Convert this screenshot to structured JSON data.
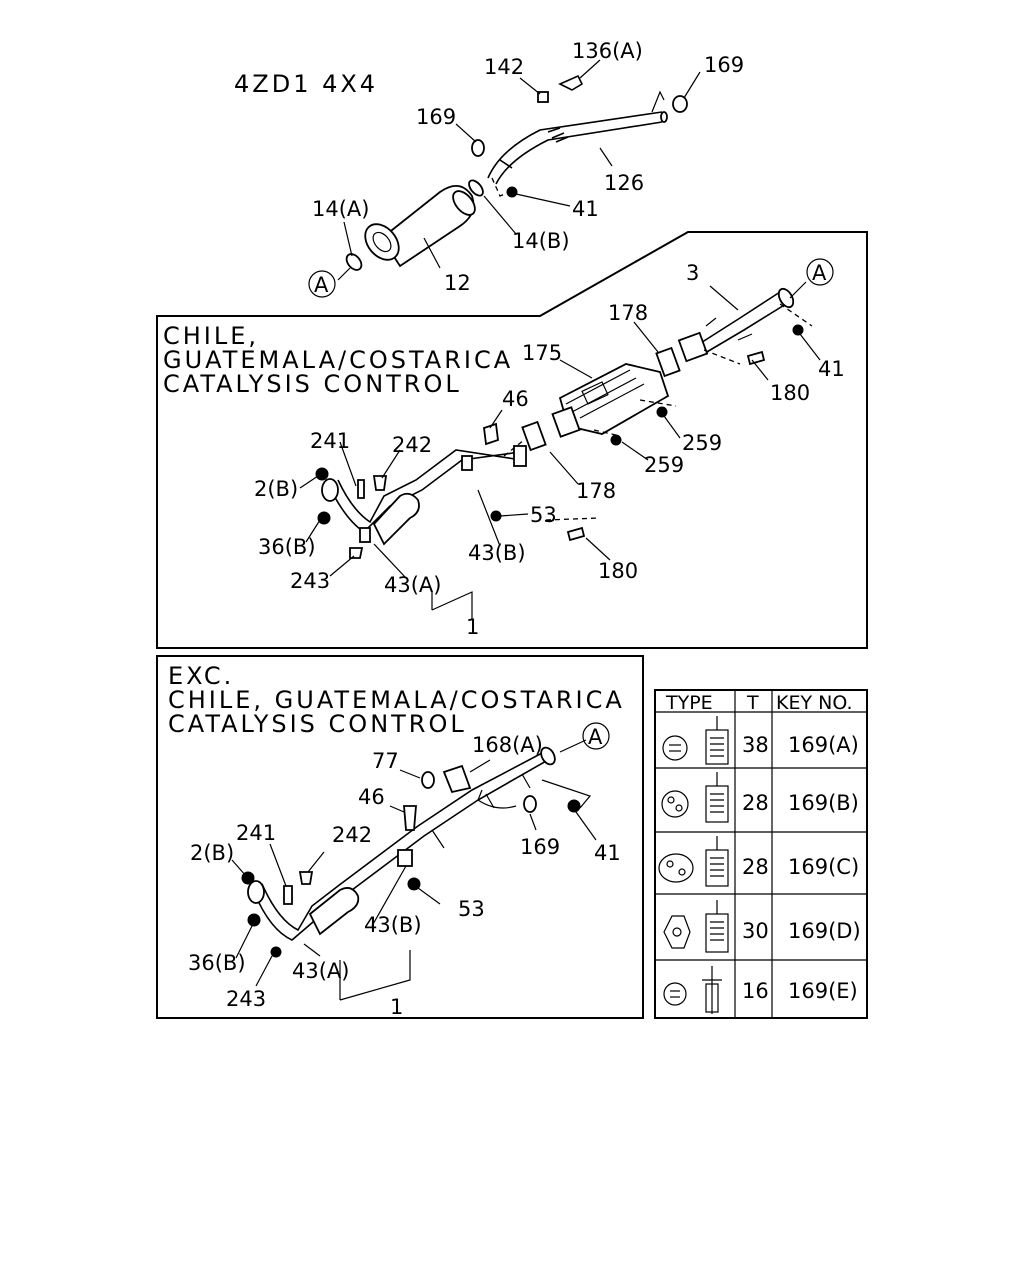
{
  "model_title": "4ZD1 4X4",
  "top_labels": {
    "l142": "142",
    "l136a": "136(A)",
    "l169_right": "169",
    "l169_left": "169",
    "l126": "126",
    "l41": "41",
    "l14a": "14(A)",
    "l14b": "14(B)",
    "l12": "12",
    "ref_a": "A"
  },
  "chile_section": {
    "title_line1": "CHILE,",
    "title_line2": "GUATEMALA/COSTARICA",
    "title_line3": "CATALYSIS CONTROL",
    "labels": {
      "l3": "3",
      "ref_a": "A",
      "l178_top": "178",
      "l175": "175",
      "l41": "41",
      "l180_top": "180",
      "l46": "46",
      "l259_a": "259",
      "l259_b": "259",
      "l241": "241",
      "l242": "242",
      "l2b": "2(B)",
      "l178_bottom": "178",
      "l53": "53",
      "l36b": "36(B)",
      "l43b": "43(B)",
      "l180_bottom": "180",
      "l243": "243",
      "l43a": "43(A)",
      "l1": "1"
    }
  },
  "exc_section": {
    "title_line1": "EXC.",
    "title_line2": "CHILE, GUATEMALA/COSTARICA",
    "title_line3": "CATALYSIS CONTROL",
    "labels": {
      "l168a": "168(A)",
      "ref_a": "A",
      "l77": "77",
      "l46": "46",
      "l169": "169",
      "l41": "41",
      "l241": "241",
      "l242": "242",
      "l2b": "2(B)",
      "l53": "53",
      "l43b": "43(B)",
      "l36b": "36(B)",
      "l43a": "43(A)",
      "l243": "243",
      "l1": "1"
    }
  },
  "type_table": {
    "headers": [
      "TYPE",
      "T",
      "KEY NO."
    ],
    "rows": [
      {
        "t": "38",
        "key": "169(A)"
      },
      {
        "t": "28",
        "key": "169(B)"
      },
      {
        "t": "28",
        "key": "169(C)"
      },
      {
        "t": "30",
        "key": "169(D)"
      },
      {
        "t": "16",
        "key": "169(E)"
      }
    ]
  }
}
